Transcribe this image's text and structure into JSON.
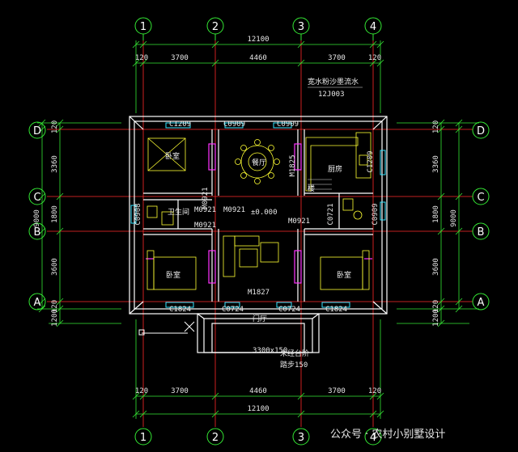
{
  "axes_top": [
    "1",
    "2",
    "3",
    "4"
  ],
  "axes_side": [
    "D",
    "C",
    "B",
    "A"
  ],
  "dims": {
    "total": "12100",
    "bay_left": "3700",
    "bay_mid": "4460",
    "bay_right": "3700",
    "edge": "120",
    "depth_total": "9000",
    "depth_upper": "3360",
    "depth_mid": "1800",
    "depth_lower": "3600",
    "porch": "1200",
    "porch_edge": "120"
  },
  "notes": {
    "drain_line1": "宽水粉沙墨流水",
    "drain_line2": "12J003",
    "elevation": "±0.000",
    "step_note1": "未经台阶",
    "step_note2": "踏步150",
    "porch_width": "3300x150"
  },
  "windows": {
    "c1209": "C1209",
    "c0909": "C0909",
    "c0908": "C0908",
    "c0721": "C0721",
    "c1824": "C1824",
    "c0724": "C0724"
  },
  "doors": {
    "m0921": "M0921",
    "m1825": "M1825",
    "m1827": "M1827",
    "main_door": "门厅"
  },
  "rooms": {
    "bedroom_nw": "卧室",
    "dining": "餐厅",
    "kitchen": "厨房",
    "bathroom": "卫生间",
    "stair": "楼",
    "bedroom_sw": "卧室",
    "bedroom_se": "卧室"
  },
  "watermark": "公众号 · 农村小别墅设计",
  "colors": {
    "axis_line": "#ff2a2a",
    "dim_line": "#34e834",
    "wall": "#ffffff",
    "bubble": "#34e834",
    "furniture": "#ffff33",
    "accent": "#ff33ff"
  }
}
